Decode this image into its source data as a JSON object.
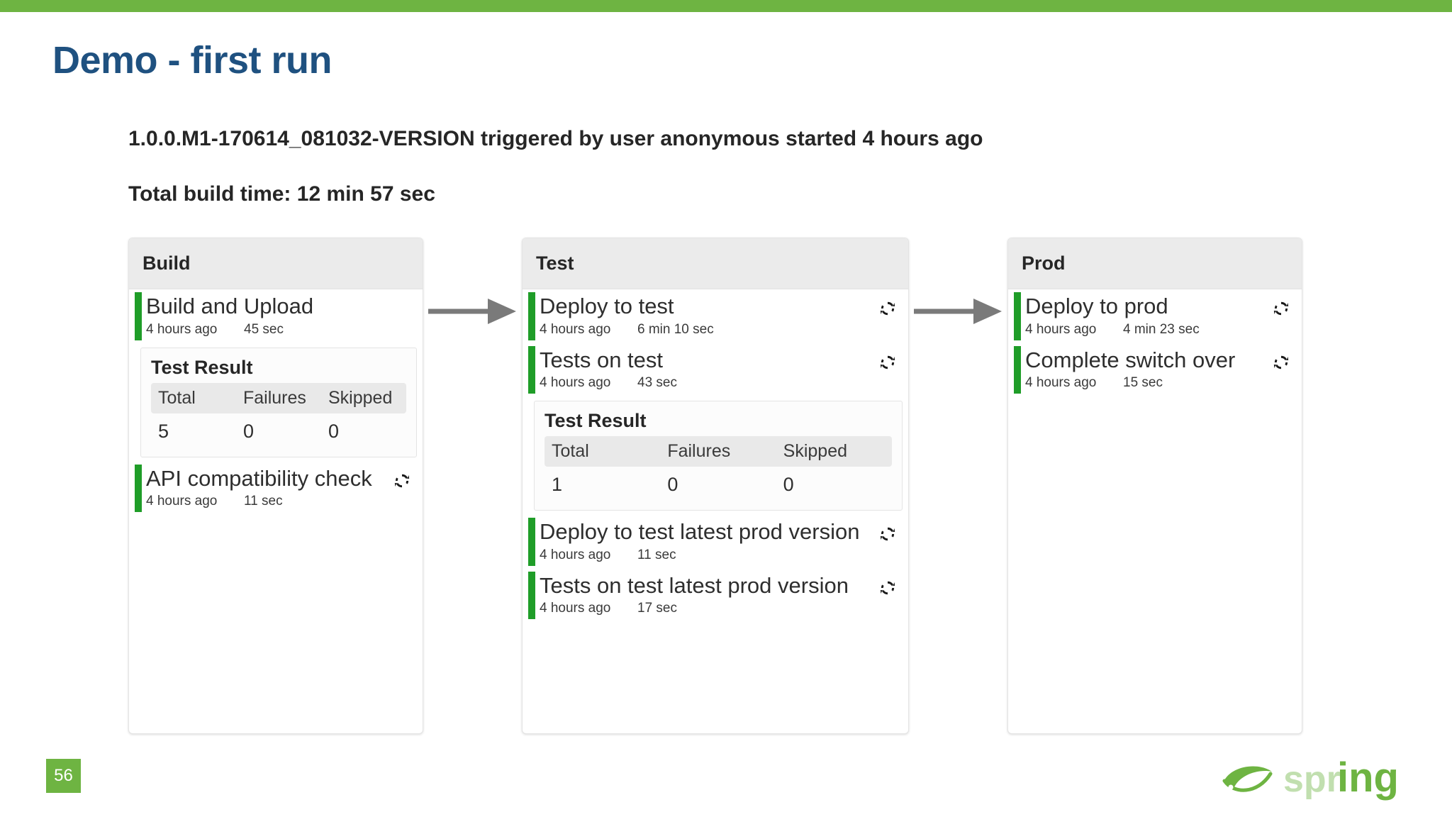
{
  "theme": {
    "accent_green": "#6EB442",
    "status_green": "#1F9D28",
    "title_blue": "#1F5180",
    "header_gray": "#ebebeb"
  },
  "slide": {
    "title": "Demo - first run",
    "build_version_line": "1.0.0.M1-170614_081032-VERSION triggered by user anonymous started 4 hours ago",
    "total_build_time_line": "Total build time: 12 min 57 sec",
    "page_number": "56",
    "logo_text": "spring"
  },
  "table_headers": [
    "Total",
    "Failures",
    "Skipped"
  ],
  "stages": [
    {
      "name": "Build",
      "rows": [
        {
          "kind": "job",
          "name": "Build and Upload",
          "ago": "4 hours ago",
          "duration": "45 sec",
          "status": "success",
          "has_refresh": false
        },
        {
          "kind": "test-result",
          "title": "Test Result",
          "total": "5",
          "failures": "0",
          "skipped": "0"
        },
        {
          "kind": "job",
          "name": "API compatibility check",
          "ago": "4 hours ago",
          "duration": "11 sec",
          "status": "success",
          "has_refresh": true
        }
      ]
    },
    {
      "name": "Test",
      "rows": [
        {
          "kind": "job",
          "name": "Deploy to test",
          "ago": "4 hours ago",
          "duration": "6 min 10 sec",
          "status": "success",
          "has_refresh": true
        },
        {
          "kind": "job",
          "name": "Tests on test",
          "ago": "4 hours ago",
          "duration": "43 sec",
          "status": "success",
          "has_refresh": true
        },
        {
          "kind": "test-result",
          "title": "Test Result",
          "total": "1",
          "failures": "0",
          "skipped": "0"
        },
        {
          "kind": "job",
          "name": "Deploy to test latest prod version",
          "ago": "4 hours ago",
          "duration": "11 sec",
          "status": "success",
          "has_refresh": true
        },
        {
          "kind": "job",
          "name": "Tests on test latest prod version",
          "ago": "4 hours ago",
          "duration": "17 sec",
          "status": "success",
          "has_refresh": true
        }
      ]
    },
    {
      "name": "Prod",
      "rows": [
        {
          "kind": "job",
          "name": "Deploy to prod",
          "ago": "4 hours ago",
          "duration": "4 min 23 sec",
          "status": "success",
          "has_refresh": true
        },
        {
          "kind": "job",
          "name": "Complete switch over",
          "ago": "4 hours ago",
          "duration": "15 sec",
          "status": "success",
          "has_refresh": true
        }
      ]
    }
  ],
  "icons": {
    "refresh": "refresh-icon",
    "arrow": "arrow-right-icon",
    "logo_leaf": "spring-leaf-icon"
  }
}
